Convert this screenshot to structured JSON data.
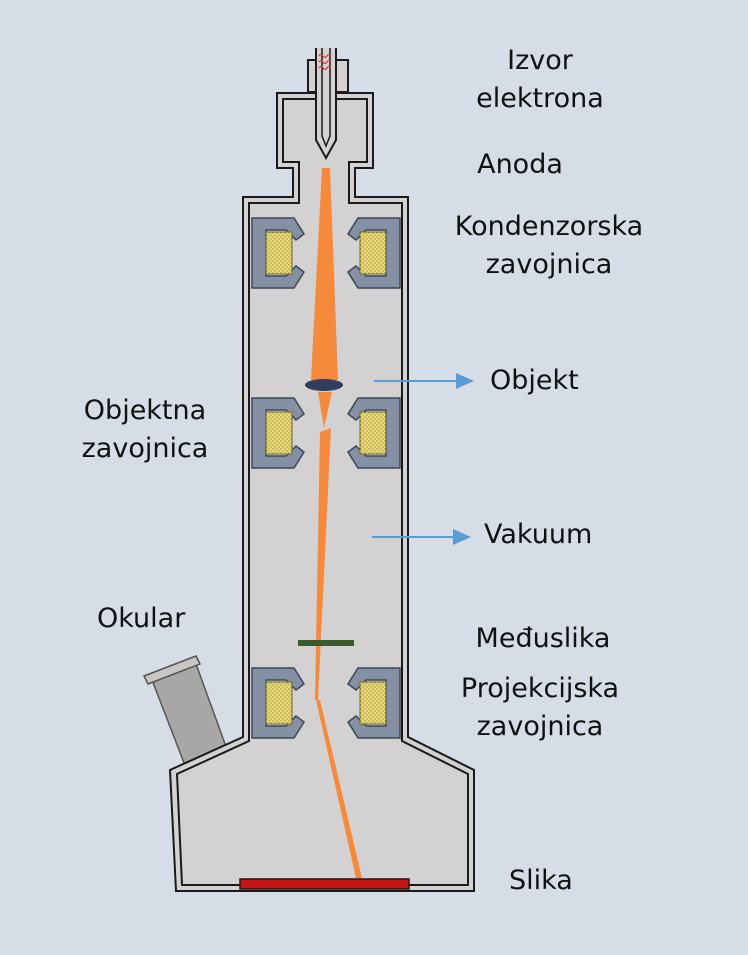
{
  "labels": {
    "source_line1": "Izvor",
    "source_line2": "elektrona",
    "anode": "Anoda",
    "condenser_line1": "Kondenzorska",
    "condenser_line2": "zavojnica",
    "object": "Objekt",
    "objective_line1": "Objektna",
    "objective_line2": "zavojnica",
    "vacuum": "Vakuum",
    "eyepiece": "Okular",
    "intermediate_image": "Međuslika",
    "projector_line1": "Projekcijska",
    "projector_line2": "zavojnica",
    "image": "Slika"
  },
  "colors": {
    "background": "#d6dde7",
    "body_fill": "#d3d1d1",
    "outline": "#1a1a1a",
    "beam": "#f58a3c",
    "coil_housing": "#8590a4",
    "coil_winding": "#e8d97a",
    "object_disk": "#2e3e5c",
    "intermediate_plate": "#3a5a2c",
    "screen": "#c81414",
    "arrow": "#5b9bd5",
    "eyepiece_tube": "#a9a6a6"
  }
}
